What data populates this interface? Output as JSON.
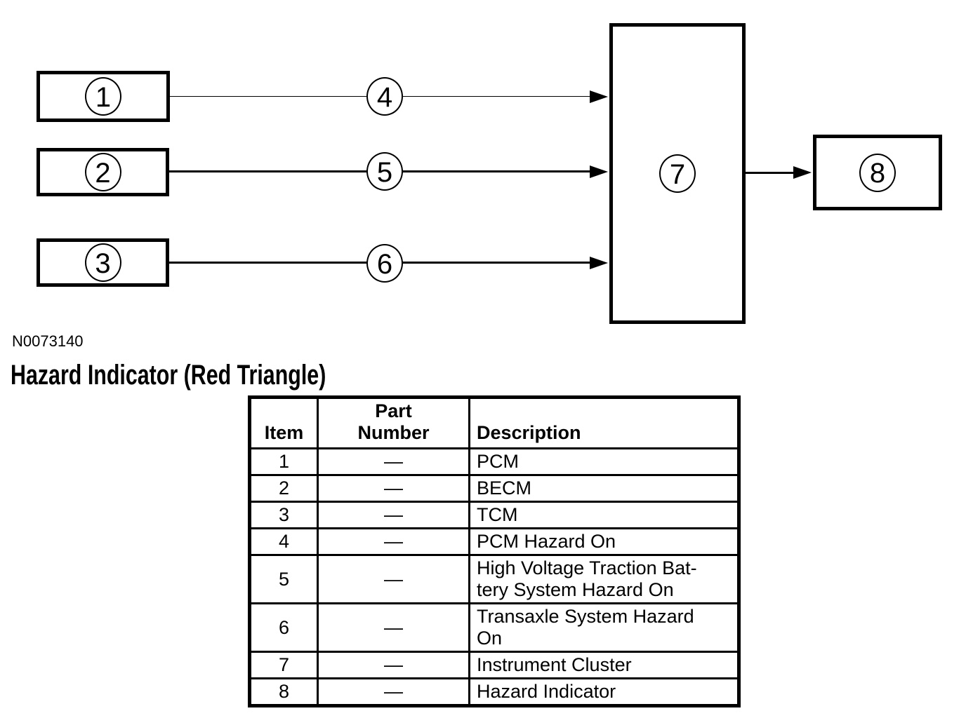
{
  "heading": "Hazard Indicator (Red Triangle)",
  "diagram": {
    "figure_id": "N0073140",
    "source_boxes": [
      {
        "label": "1"
      },
      {
        "label": "2"
      },
      {
        "label": "3"
      }
    ],
    "connectors": [
      {
        "label": "4"
      },
      {
        "label": "5"
      },
      {
        "label": "6"
      }
    ],
    "cluster_box": {
      "label": "7"
    },
    "indicator_box": {
      "label": "8"
    }
  },
  "table": {
    "headers": {
      "item": "Item",
      "part_number": "Part\nNumber",
      "description": "Description"
    },
    "rows": [
      {
        "item": "1",
        "part_number": "—",
        "description": "PCM"
      },
      {
        "item": "2",
        "part_number": "—",
        "description": "BECM"
      },
      {
        "item": "3",
        "part_number": "—",
        "description": "TCM"
      },
      {
        "item": "4",
        "part_number": "—",
        "description": "PCM Hazard On"
      },
      {
        "item": "5",
        "part_number": "—",
        "description": "High Voltage Traction Bat-\ntery System Hazard On"
      },
      {
        "item": "6",
        "part_number": "—",
        "description": "Transaxle System Hazard\nOn"
      },
      {
        "item": "7",
        "part_number": "—",
        "description": "Instrument Cluster"
      },
      {
        "item": "8",
        "part_number": "—",
        "description": "Hazard Indicator"
      }
    ]
  }
}
